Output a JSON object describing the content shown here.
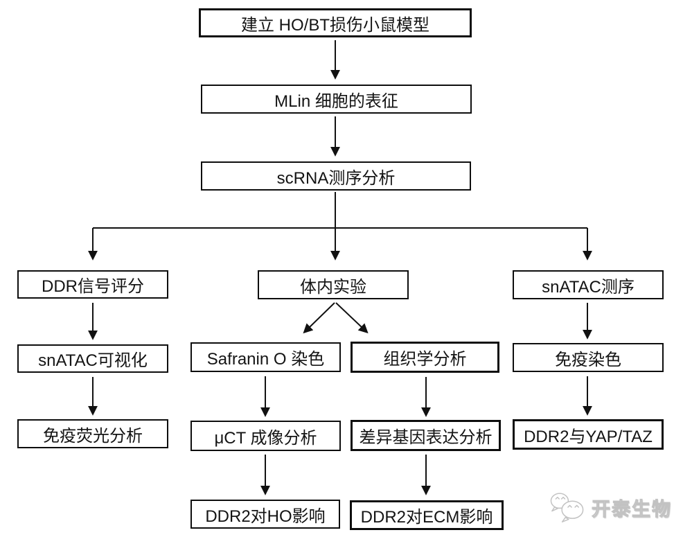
{
  "flowchart": {
    "nodes": {
      "establish_model": "建立 HO/BT损伤小鼠模型",
      "mlin_characterization": "MLin 细胞的表征",
      "scrna_analysis": "scRNA测序分析",
      "ddr_signal_score": "DDR信号评分",
      "snatac_visualization": "snATAC可视化",
      "immunofluorescence_analysis": "免疫荧光分析",
      "in_vivo_experiment": "体内实验",
      "safranin_o_staining": "Safranin O 染色",
      "histology_analysis": "组织学分析",
      "uct_imaging_analysis": "μCT 成像分析",
      "differential_gene_expression": "差异基因表达分析",
      "ddr2_effect_on_ho": "DDR2对HO影响",
      "ddr2_effect_on_ecm": "DDR2对ECM影响",
      "snatac_sequencing": "snATAC测序",
      "immunostaining": "免疫染色",
      "ddr2_yap_taz": "DDR2与YAP/TAZ"
    },
    "edges": [
      [
        "establish_model",
        "mlin_characterization"
      ],
      [
        "mlin_characterization",
        "scrna_analysis"
      ],
      [
        "scrna_analysis",
        "ddr_signal_score"
      ],
      [
        "scrna_analysis",
        "in_vivo_experiment"
      ],
      [
        "scrna_analysis",
        "snatac_sequencing"
      ],
      [
        "ddr_signal_score",
        "snatac_visualization"
      ],
      [
        "snatac_visualization",
        "immunofluorescence_analysis"
      ],
      [
        "in_vivo_experiment",
        "safranin_o_staining"
      ],
      [
        "in_vivo_experiment",
        "histology_analysis"
      ],
      [
        "safranin_o_staining",
        "uct_imaging_analysis"
      ],
      [
        "uct_imaging_analysis",
        "ddr2_effect_on_ho"
      ],
      [
        "histology_analysis",
        "differential_gene_expression"
      ],
      [
        "differential_gene_expression",
        "ddr2_effect_on_ecm"
      ],
      [
        "snatac_sequencing",
        "immunostaining"
      ],
      [
        "immunostaining",
        "ddr2_yap_taz"
      ]
    ]
  },
  "watermark": {
    "text": "开泰生物",
    "logo": "wechat-bubbles-icon"
  },
  "colors": {
    "box_border": "#0d0d0d",
    "box_background": "#ffffff",
    "text": "#141414",
    "arrow": "#111111",
    "watermark": "#c2c2c2"
  }
}
